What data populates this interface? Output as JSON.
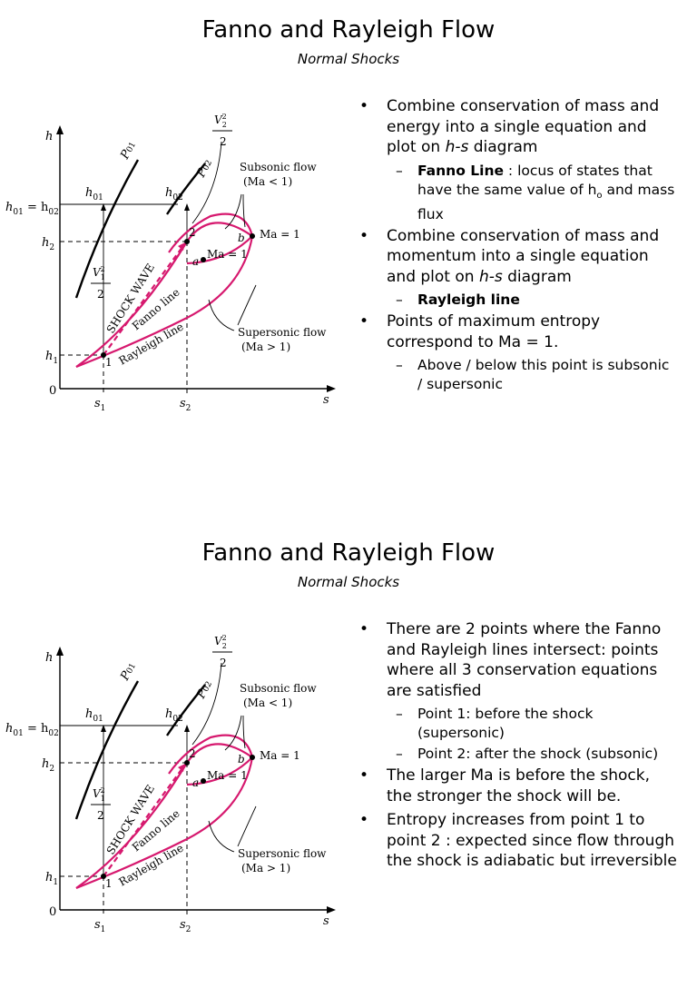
{
  "slides": [
    {
      "title": "Fanno and Rayleigh Flow",
      "subtitle": "Normal Shocks",
      "bullets": [
        {
          "parts": [
            "Combine conservation of mass and energy into a single equation and plot on ",
            "h-s",
            " diagram"
          ],
          "sub": [
            {
              "bold": "Fanno Line",
              "text1": " :  locus of states that have the same value of h",
              "subscript": "o",
              "text2": " and mass flux"
            }
          ]
        },
        {
          "parts": [
            "Combine conservation of mass and momentum into a single equation and plot on ",
            "h-s",
            " diagram"
          ],
          "sub": [
            {
              "bold": "Rayleigh line"
            }
          ]
        },
        {
          "parts": [
            "Points of maximum entropy correspond to Ma = 1."
          ],
          "sub": [
            {
              "text": "Above / below this point is subsonic / supersonic"
            }
          ]
        }
      ]
    },
    {
      "title": "Fanno and Rayleigh Flow",
      "subtitle": "Normal Shocks",
      "bullets": [
        {
          "text": "There are 2 points where the Fanno and Rayleigh lines intersect: points where all 3 conservation equations are satisfied",
          "sub": [
            {
              "text": "Point 1:  before the shock (supersonic)"
            },
            {
              "text": "Point 2:  after the shock (subsonic)"
            }
          ]
        },
        {
          "text": "The larger Ma is before the shock, the stronger the shock will be."
        },
        {
          "text": "Entropy increases from point 1 to point 2 :  expected since flow through the shock is adiabatic but irreversible"
        }
      ]
    }
  ],
  "diagram": {
    "axis_h": "h",
    "axis_s": "s",
    "origin": "0",
    "h01_eq_h02": "h",
    "h01_eq_sub1": "01",
    "eq_sign": " = h",
    "h01_eq_sub2": "02",
    "h2": "h",
    "h2_sub": "2",
    "h1": "h",
    "h1_sub": "1",
    "s1": "s",
    "s1_sub": "1",
    "s2": "s",
    "s2_sub": "2",
    "h01_label": "h",
    "h01_label_sub": "01",
    "h02_label": "h",
    "h02_label_sub": "02",
    "p01": "P",
    "p01_sub": "01",
    "p02": "P",
    "p02_sub": "02",
    "v2_num": "V",
    "v2_den": "2",
    "v1_num": "V",
    "v1_den": "2",
    "sq": "2",
    "vsub2": "2",
    "vsub1": "1",
    "subsonic_flow": "Subsonic flow",
    "subsonic_ma": "(Ma < 1)",
    "supersonic_flow": "Supersonic flow",
    "supersonic_ma": "(Ma > 1)",
    "ma1": "Ma = 1",
    "point_a": "a",
    "point_b": "b",
    "point_1": "1",
    "point_2": "2",
    "shock_wave": "SHOCK WAVE",
    "fanno_line": "Fanno line",
    "rayleigh_line": "Rayleigh line",
    "colors": {
      "curve": "#d6186e",
      "axis": "#000000"
    }
  }
}
